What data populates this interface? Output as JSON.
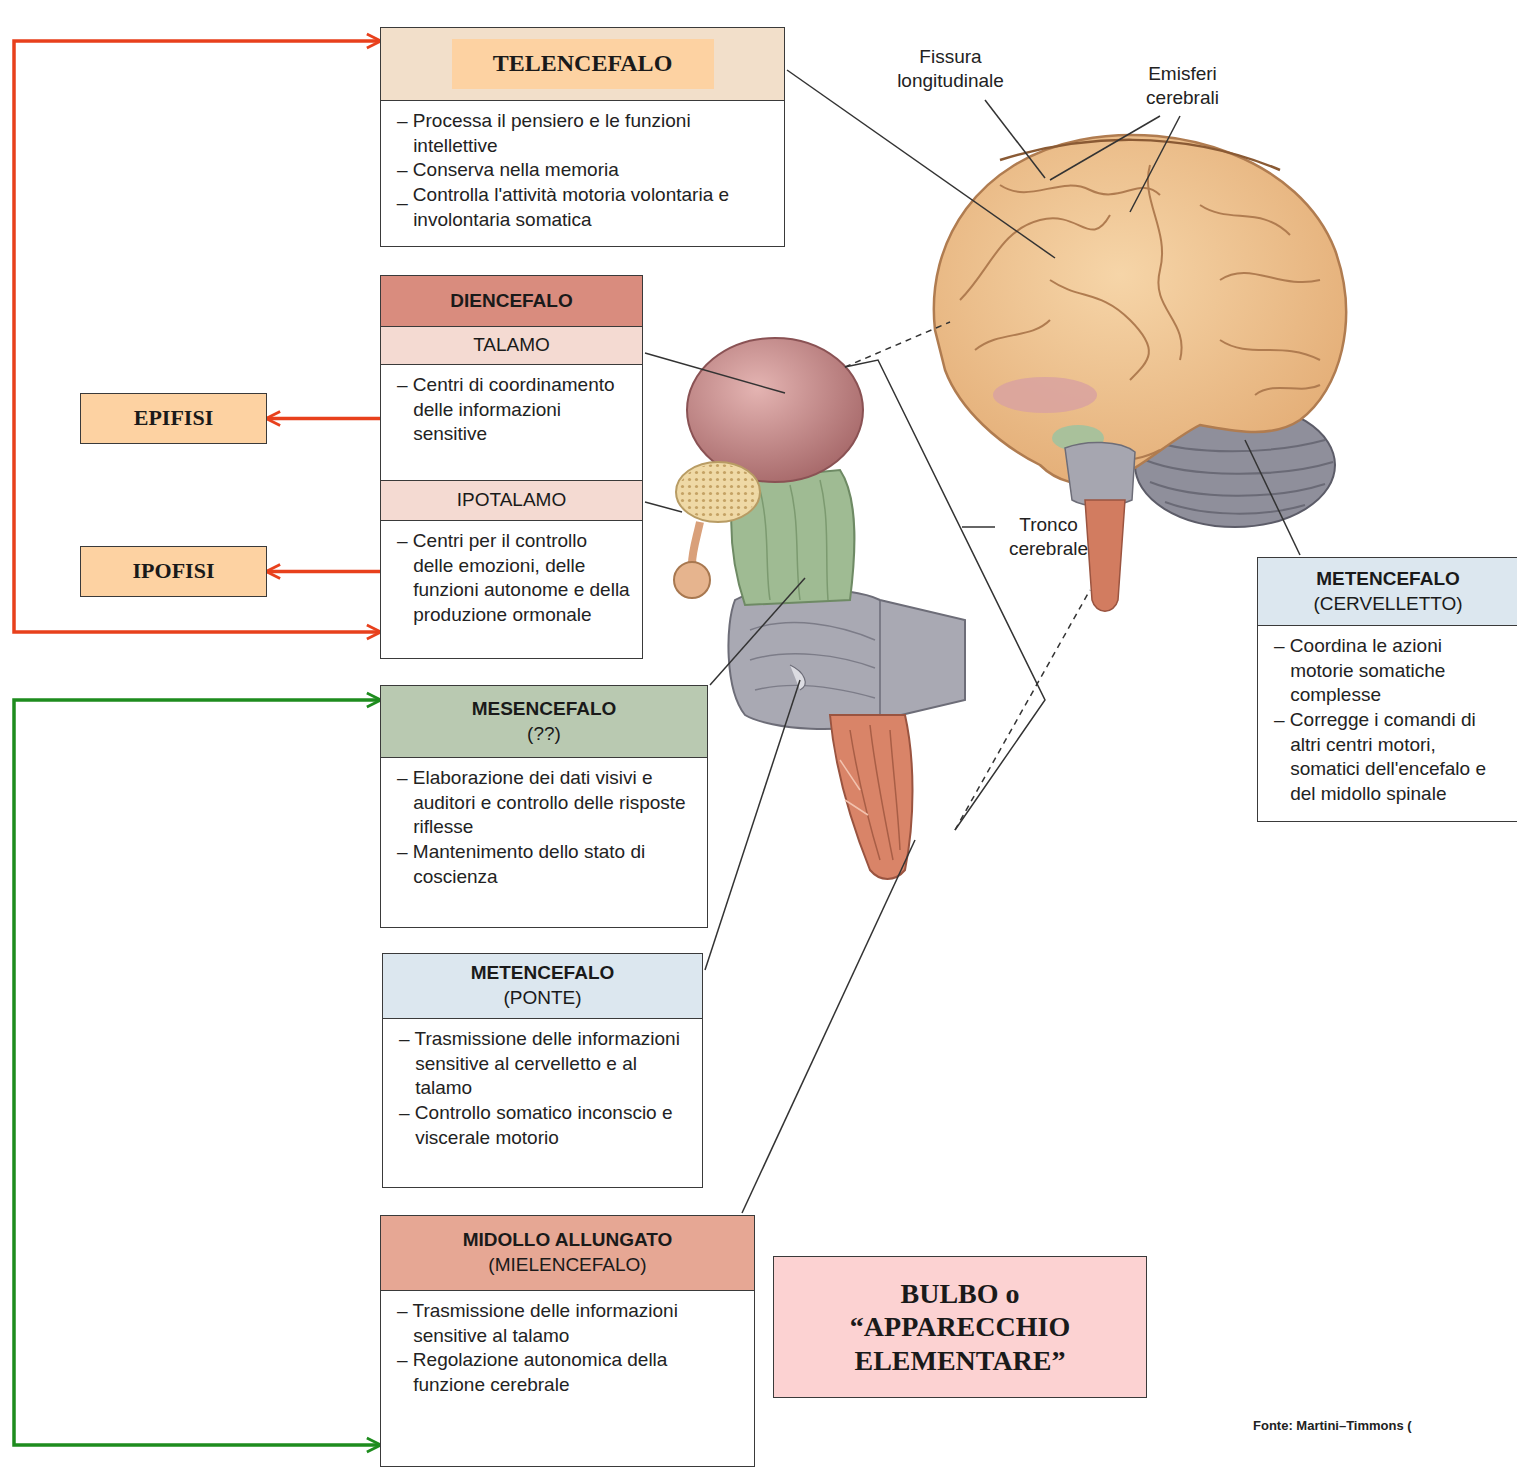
{
  "diagram": {
    "nodes": [
      {
        "text": [
          "TELENCEFALO",
          "– Processa il pensiero e le funzioni intellettive",
          "– Conserva nella memoria",
          "_ Controlla l'attività motoria volontaria e involontaria somatica"
        ]
      },
      {
        "text": [
          "DIENCEFALO"
        ]
      },
      {
        "text": [
          "TALAMO",
          "– Centri di coordinamento delle informazioni sensitive"
        ],
        "in": 1
      },
      {
        "text": [
          "IPOTALAMO",
          "– Centri per il controllo delle emozioni, delle funzioni autonome e della produzione ormonale"
        ],
        "in": 1
      },
      {
        "text": [
          "EPIFISI"
        ]
      },
      {
        "text": [
          "IPOFISI"
        ]
      },
      {
        "text": [
          "MESENCEFALO",
          "(??)",
          "– Elaborazione dei dati visivi e auditori e controllo delle risposte riflesse",
          "– Mantenimento dello stato di coscienza"
        ]
      },
      {
        "text": [
          "METENCEFALO",
          "(PONTE)",
          "– Trasmissione delle informazioni sensitive al cervelletto e al talamo",
          "– Controllo somatico inconscio e viscerale motorio"
        ]
      },
      {
        "text": [
          "MIDOLLO ALLUNGATO",
          "(MIELENCEFALO)",
          "– Trasmissione delle informazioni sensitive al talamo",
          "– Regolazione autonomica della funzione cerebrale"
        ]
      },
      {
        "text": [
          "BULBO o “APPARECCHIO ELEMENTARE”"
        ]
      },
      {
        "text": [
          "METENCEFALO",
          "(CERVELLETTO)",
          "– Coordina le azioni motorie somatiche complesse",
          "– Corregge i comandi di altri centri motori, somatici dell'encefalo e del midollo spinale"
        ]
      }
    ],
    "edges": [
      {
        "from": 0,
        "to": 1,
        "arrow": "both"
      },
      {
        "from": 2,
        "to": 4,
        "arrow": "to"
      },
      {
        "from": 3,
        "to": 5,
        "arrow": "to"
      },
      {
        "from": 6,
        "to": 8,
        "arrow": "both"
      }
    ],
    "labels": [
      "Fissura longitudinale",
      "Emisferi cerebrali",
      "Tronco cerebrale",
      "Fonte: Martini–Timmons ("
    ]
  }
}
